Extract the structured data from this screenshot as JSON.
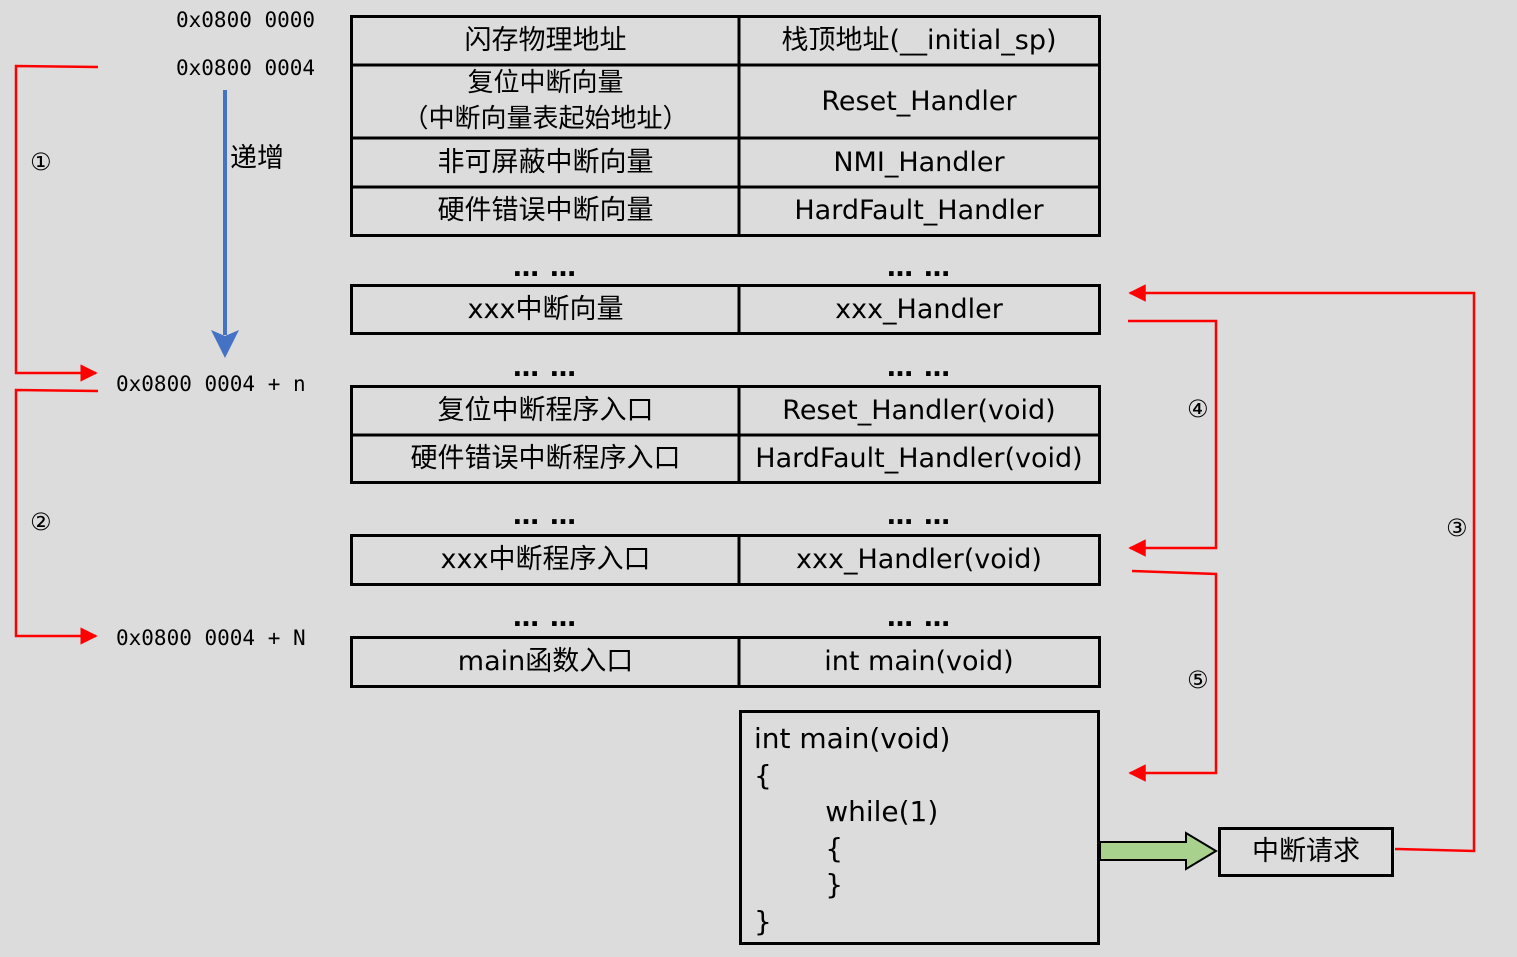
{
  "addresses": {
    "a0": "0x0800 0000",
    "a4": "0x0800 0004",
    "an": "0x0800 0004 + n",
    "aN": "0x0800 0004 + N"
  },
  "increase_label": "递增",
  "table1": {
    "rows": [
      {
        "left": "闪存物理地址",
        "right": "栈顶地址(__initial_sp)"
      },
      {
        "left": "复位中断向量\n（中断向量表起始地址）",
        "right": "Reset_Handler"
      },
      {
        "left": "非可屏蔽中断向量",
        "right": "NMI_Handler"
      },
      {
        "left": "硬件错误中断向量",
        "right": "HardFault_Handler"
      }
    ]
  },
  "ellipsis": "… …",
  "vector_xxx": {
    "left": "xxx中断向量",
    "right": "xxx_Handler"
  },
  "table2": {
    "rows": [
      {
        "left": "复位中断程序入口",
        "right": "Reset_Handler(void)"
      },
      {
        "left": "硬件错误中断程序入口",
        "right": "HardFault_Handler(void)"
      }
    ]
  },
  "isr_xxx": {
    "left": "xxx中断程序入口",
    "right": "xxx_Handler(void)"
  },
  "main_entry": {
    "left": "main函数入口",
    "right": "int main(void)"
  },
  "code_lines": [
    "int main(void)",
    "{",
    "        while(1)",
    "        {",
    "        }",
    "}"
  ],
  "interrupt_request": "中断请求",
  "step_markers": {
    "s1": "①",
    "s2": "②",
    "s3": "③",
    "s4": "④",
    "s5": "⑤"
  },
  "colors": {
    "flow_arrow": "#ff0000",
    "increase_arrow": "#4472c4",
    "request_arrow_fill": "#a9d18e",
    "border": "#000000",
    "background": "#dcdcdc"
  }
}
